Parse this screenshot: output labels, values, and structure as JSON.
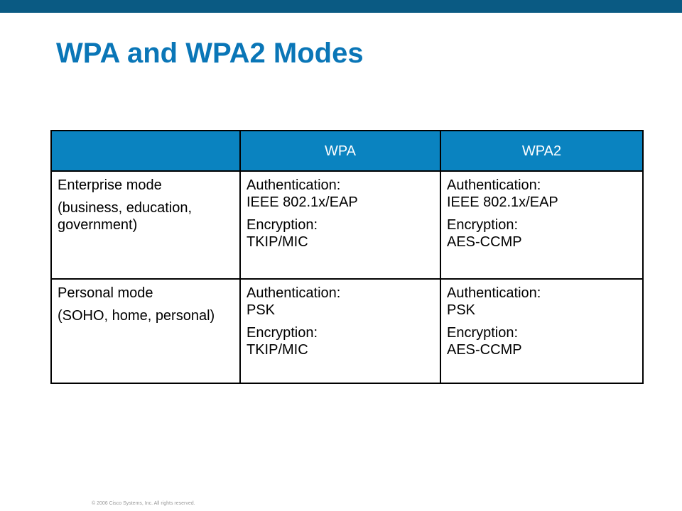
{
  "slide": {
    "title": "WPA and WPA2 Modes",
    "copyright": "© 2006 Cisco Systems, Inc. All rights reserved.",
    "colors": {
      "top_bar": "#0a5a83",
      "title": "#0a76b7",
      "header_fill": "#0a83c0"
    }
  },
  "table": {
    "headers": [
      "",
      "WPA",
      "WPA2"
    ],
    "rows": [
      {
        "mode": "Enterprise mode",
        "mode_detail": "(business, education, government)",
        "wpa": {
          "authentication_label": "Authentication:",
          "authentication_value": "IEEE 802.1x/EAP",
          "encryption_label": "Encryption:",
          "encryption_value": "TKIP/MIC"
        },
        "wpa2": {
          "authentication_label": "Authentication:",
          "authentication_value": "IEEE 802.1x/EAP",
          "encryption_label": "Encryption:",
          "encryption_value": "AES-CCMP"
        }
      },
      {
        "mode": "Personal mode",
        "mode_detail": "(SOHO, home, personal)",
        "wpa": {
          "authentication_label": "Authentication:",
          "authentication_value": "PSK",
          "encryption_label": "Encryption:",
          "encryption_value": "TKIP/MIC"
        },
        "wpa2": {
          "authentication_label": "Authentication:",
          "authentication_value": "PSK",
          "encryption_label": "Encryption:",
          "encryption_value": "AES-CCMP"
        }
      }
    ]
  }
}
